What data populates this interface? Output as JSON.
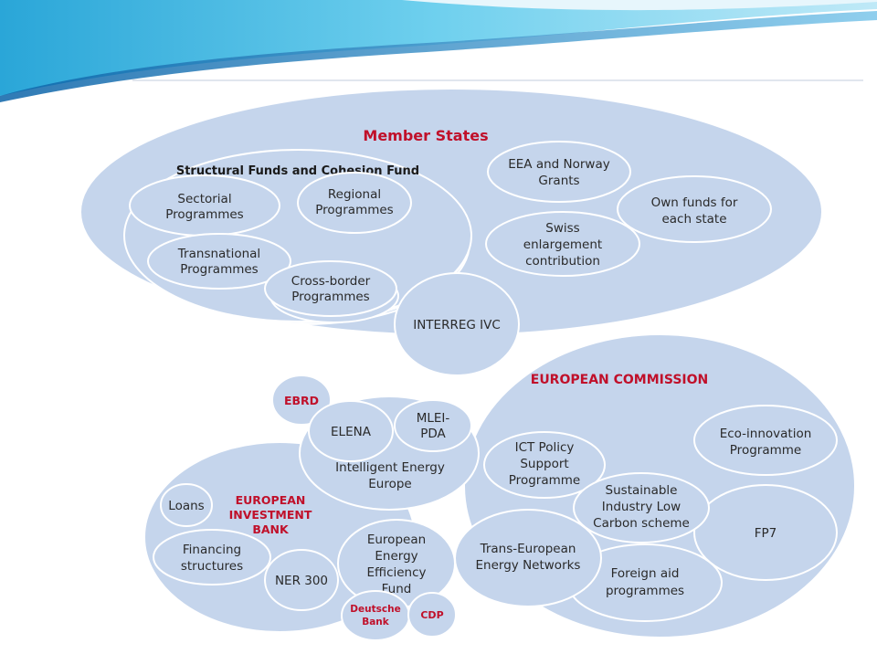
{
  "member_states": {
    "title": "Member States",
    "structural_funds": "Structural Funds and Cohesion Fund",
    "sectorial": [
      "Sectorial",
      "Programmes"
    ],
    "regional": [
      "Regional",
      "Programmes"
    ],
    "transnational": [
      "Transnational",
      "Programmes"
    ],
    "cross_border": [
      "Cross-border",
      "Programmes"
    ],
    "eea_norway": [
      "EEA and Norway",
      "Grants"
    ],
    "swiss": [
      "Swiss",
      "enlargement",
      "contribution"
    ],
    "own_funds": [
      "Own funds for",
      "each state"
    ]
  },
  "interreg": "INTERREG IVC",
  "commission": {
    "title": "EUROPEAN COMMISSION",
    "ict": [
      "ICT Policy",
      "Support",
      "Programme"
    ],
    "eco": [
      "Eco-innovation",
      "Programme"
    ],
    "sustainable": [
      "Sustainable",
      "Industry Low",
      "Carbon scheme"
    ],
    "fp7": "FP7",
    "ten_e": [
      "Trans-European",
      "Energy Networks"
    ],
    "foreign_aid": [
      "Foreign aid",
      "programmes"
    ]
  },
  "ebrd": "EBRD",
  "iee": {
    "label": [
      "Intelligent Energy",
      "Europe"
    ],
    "elena": "ELENA",
    "mlei": [
      "MLEI-",
      "PDA"
    ]
  },
  "eib": {
    "title": [
      "EUROPEAN",
      "INVESTMENT",
      "BANK"
    ],
    "loans": "Loans",
    "financing": [
      "Financing",
      "structures"
    ],
    "ner": "NER 300"
  },
  "eeef": [
    "European",
    "Energy",
    "Efficiency",
    "Fund"
  ],
  "deutsche_bank": [
    "Deutsche",
    "Bank"
  ],
  "cdp": "CDP"
}
